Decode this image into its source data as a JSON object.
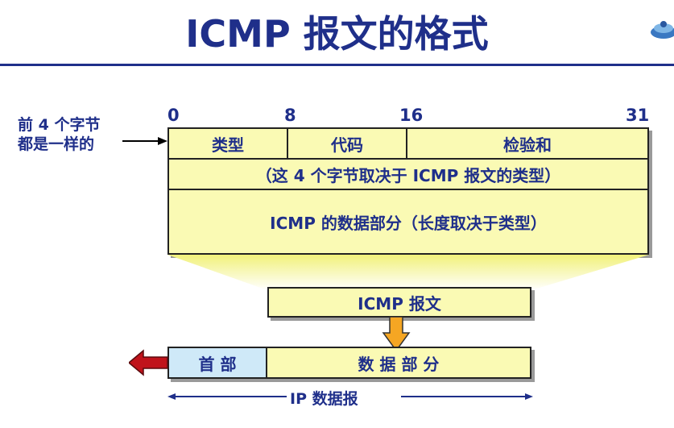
{
  "title": "ICMP 报文的格式",
  "side_note": {
    "line1": "前 4 个字节",
    "line2": "都是一样的"
  },
  "ticks": [
    "0",
    "8",
    "16",
    "31"
  ],
  "header_fields": {
    "type": "类型",
    "code": "代码",
    "checksum": "检验和"
  },
  "row2_text": "（这 4 个字节取决于 ICMP 报文的类型）",
  "row3_text": "ICMP 的数据部分（长度取决于类型）",
  "icmp_packet_label": "ICMP 报文",
  "ip_datagram": {
    "header_label": "首 部",
    "data_label": "数 据 部 分",
    "caption": "IP 数据报"
  },
  "colors": {
    "title": "#1f2f8a",
    "box_fill": "#fafab4",
    "header_fill": "#cfe9f8",
    "arrow_orange": "#f5a623",
    "arrow_red": "#c0131b"
  }
}
